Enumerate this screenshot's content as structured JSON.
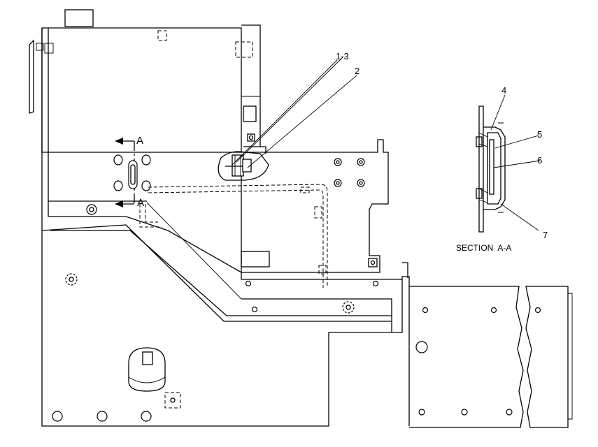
{
  "callouts": {
    "c1": "1-3",
    "c2": "2",
    "c4": "4",
    "c5": "5",
    "c6": "6",
    "c7": "7"
  },
  "section_marks": {
    "top": "A",
    "bottom": "A"
  },
  "section_caption": "SECTION  A-A"
}
